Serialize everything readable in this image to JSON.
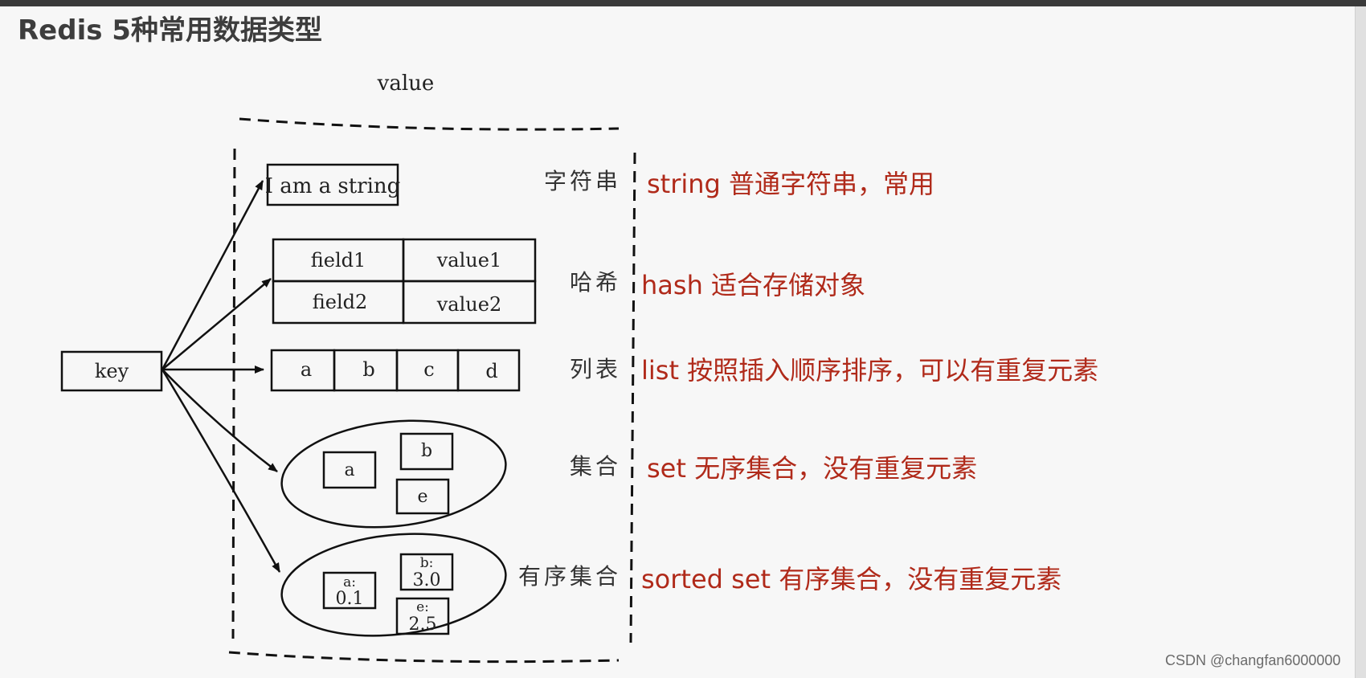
{
  "title": "Redis 5种常用数据类型",
  "diagram": {
    "value_label": "value",
    "key_label": "key",
    "string_box": "I am a string",
    "hash": {
      "fields": [
        "field1",
        "field2"
      ],
      "values": [
        "value1",
        "value2"
      ]
    },
    "list_items": [
      "a",
      "b",
      "c",
      "d"
    ],
    "set_items": [
      "a",
      "b",
      "e"
    ],
    "zset_items": [
      {
        "member": "a:",
        "score": "0.1"
      },
      {
        "member": "b:",
        "score": "3.0"
      },
      {
        "member": "e:",
        "score": "2.5"
      }
    ],
    "types_cn": [
      "字符串",
      "哈希",
      "列表",
      "集合",
      "有序集合"
    ]
  },
  "descriptions": [
    "string 普通字符串，常用",
    "hash 适合存储对象",
    "list 按照插入顺序排序，可以有重复元素",
    "set 无序集合，没有重复元素",
    "sorted set 有序集合，没有重复元素"
  ],
  "watermark": "CSDN @changfan6000000",
  "colors": {
    "accent_text": "#b02a1a",
    "title_text": "#3d3d3d"
  }
}
